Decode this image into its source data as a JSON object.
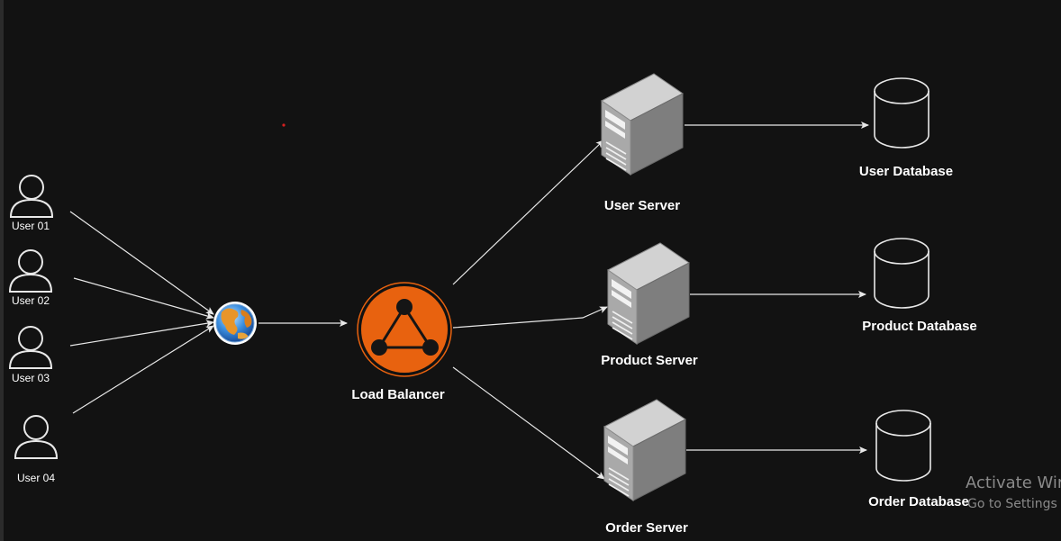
{
  "users": [
    {
      "label": "User 01"
    },
    {
      "label": "User 02"
    },
    {
      "label": "User 03"
    },
    {
      "label": "User 04"
    }
  ],
  "load_balancer": {
    "label": "Load Balancer"
  },
  "servers": [
    {
      "label": "User Server"
    },
    {
      "label": "Product Server"
    },
    {
      "label": "Order Server"
    }
  ],
  "databases": [
    {
      "label": "User Database"
    },
    {
      "label": "Product Database"
    },
    {
      "label": "Order Database"
    }
  ],
  "watermark": {
    "line1": "Activate Wir",
    "line2": "Go to Settings to"
  },
  "colors": {
    "background": "#121212",
    "line": "#e8e8e8",
    "load_balancer": "#e8620f",
    "server_front": "#9a9a9a"
  }
}
